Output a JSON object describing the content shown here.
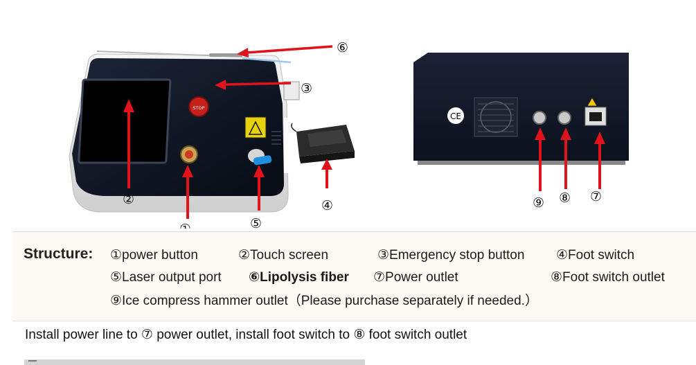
{
  "callouts": {
    "c1": "①",
    "c2": "②",
    "c3": "③",
    "c4": "④",
    "c5": "⑤",
    "c6": "⑥",
    "c7": "⑦",
    "c8": "⑧",
    "c9": "⑨"
  },
  "device_labels": {
    "stop": "STOP",
    "ce": "CE"
  },
  "structure": {
    "title": "Structure:",
    "items": [
      "①power button",
      "②Touch screen",
      "③Emergency stop button",
      "④Foot switch",
      "⑤Laser output port",
      "⑥Lipolysis fiber",
      "⑦Power outlet",
      "⑧Foot switch outlet",
      "⑨Ice compress hammer outlet（Please purchase separately if needed.）"
    ]
  },
  "instruction": "Install power line to ⑦ power outlet, install foot switch to ⑧ foot switch outlet",
  "colors": {
    "arrow": "#e0121b",
    "device_dark": "#0d1524",
    "panel_bg": "#fbfaf5"
  }
}
